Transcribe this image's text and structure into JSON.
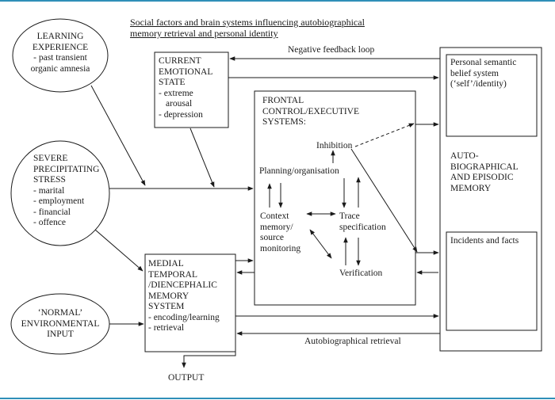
{
  "title": {
    "line1": "Social factors and brain systems influencing autobiographical",
    "line2": "memory retrieval and personal identity"
  },
  "learning": {
    "line1": "LEARNING",
    "line2": "EXPERIENCE",
    "line3": "- past transient",
    "line4": "organic amnesia"
  },
  "stress": {
    "line1": "SEVERE",
    "line2": "PRECIPITATING",
    "line3": "STRESS",
    "line4": "- marital",
    "line5": "- employment",
    "line6": "- financial",
    "line7": "- offence"
  },
  "normal": {
    "line1": "‘NORMAL’",
    "line2": "ENVIRONMENTAL",
    "line3": "INPUT"
  },
  "emotional": {
    "line1": "CURRENT",
    "line2": "EMOTIONAL",
    "line3": "STATE",
    "line4": "- extreme",
    "line5": "arousal",
    "line6": "- depression"
  },
  "frontal": {
    "line1": "FRONTAL",
    "line2": "CONTROL/EXECUTIVE",
    "line3": "SYSTEMS:",
    "inhibition": "Inhibition",
    "planning": "Planning/organisation",
    "context1": "Context",
    "context2": "memory/",
    "context3": "source",
    "context4": "monitoring",
    "trace1": "Trace",
    "trace2": "specification",
    "verification": "Verification"
  },
  "medial": {
    "line1": "MEDIAL",
    "line2": "TEMPORAL",
    "line3": "/DIENCEPHALIC",
    "line4": "MEMORY",
    "line5": "SYSTEM",
    "line6": "- encoding/learning",
    "line7": "- retrieval"
  },
  "auto": {
    "semantic1": "Personal semantic",
    "semantic2": "belief system",
    "semantic3": "(‘self’/identity)",
    "main1": "AUTO-",
    "main2": "BIOGRAPHICAL",
    "main3": "AND EPISODIC",
    "main4": "MEMORY",
    "incidents": "Incidents and facts"
  },
  "labels": {
    "negative_feedback": "Negative feedback loop",
    "autobiographical_retrieval": "Autobiographical retrieval",
    "output": "OUTPUT"
  },
  "colors": {
    "frame": "#2f8fb8",
    "ink": "#1a1a1a"
  }
}
